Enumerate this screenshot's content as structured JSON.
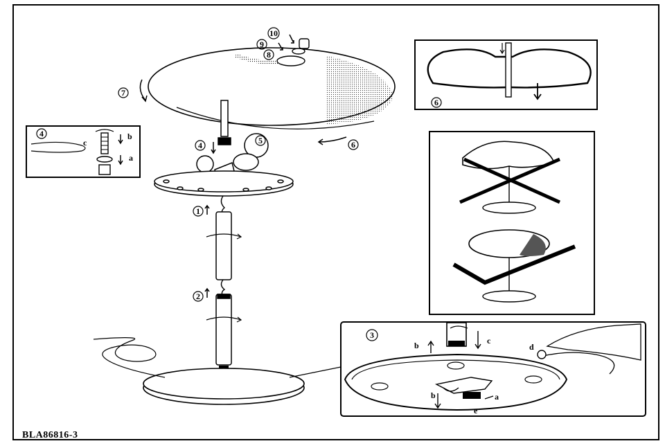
{
  "document_code": "BLA86816-3",
  "steps": {
    "s1": "1",
    "s2": "2",
    "s3": "3",
    "s4": "4",
    "s5": "5",
    "s6": "6",
    "s7": "7",
    "s8": "8",
    "s9": "9",
    "s10": "10"
  },
  "letters": {
    "a": "a",
    "b": "b",
    "c": "c",
    "d": "d",
    "e": "e"
  },
  "panels": {
    "inset4_step": "4",
    "inset6_step": "6",
    "inset3_step": "3"
  },
  "colors": {
    "line": "#000000",
    "background": "#ffffff",
    "shade": "#555555"
  }
}
